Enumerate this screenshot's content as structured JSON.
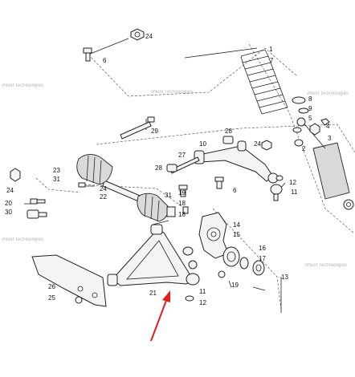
{
  "callouts": {
    "c1": "1",
    "c2": "2",
    "c3": "3",
    "c4": "4",
    "c5": "5",
    "c6a": "6",
    "c6b": "6",
    "c7": "7",
    "c8": "8",
    "c9": "9",
    "c10": "10",
    "c11a": "11",
    "c11b": "11",
    "c12a": "12",
    "c12b": "12",
    "c13": "13",
    "c14": "14",
    "c15": "15",
    "c16": "16",
    "c17": "17",
    "c18": "18",
    "c19a": "19",
    "c19b": "19",
    "c20": "20",
    "c21": "21",
    "c22": "22",
    "c23": "23",
    "c24a": "24",
    "c24b": "24",
    "c24c": "24",
    "c24d": "24",
    "c25": "25",
    "c26": "26",
    "c27": "27",
    "c28a": "28",
    "c28b": "28",
    "c29": "29",
    "c30": "30",
    "c31a": "31",
    "c31b": "31"
  },
  "watermark": "vNext Technologies",
  "colors": {
    "arrow": "#e0201c",
    "line": "#222222",
    "fill": "#f4f4f4",
    "watermark": "#9a9a9a"
  }
}
